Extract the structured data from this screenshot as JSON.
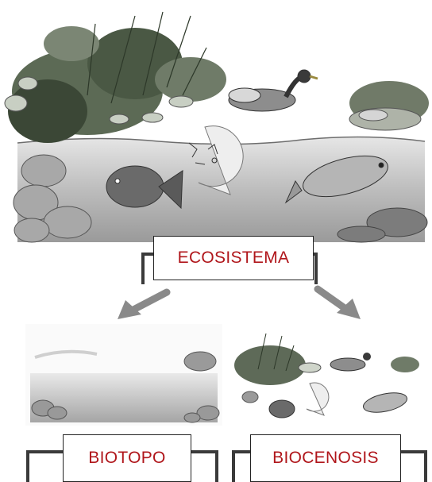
{
  "diagram": {
    "labels": {
      "top": "ECOSISTEMA",
      "bottom_left": "BIOTOPO",
      "bottom_right": "BIOCENOSIS"
    },
    "colors": {
      "label_text": "#b0161b",
      "water": "#c9c9c9",
      "vegetation": "#3f4a3a"
    },
    "scenes": [
      "ecosystem-illustration",
      "biotope-illustration",
      "biocenosis-illustration"
    ],
    "arrows": [
      "arrow-to-biotope",
      "arrow-to-biocenosis"
    ]
  }
}
